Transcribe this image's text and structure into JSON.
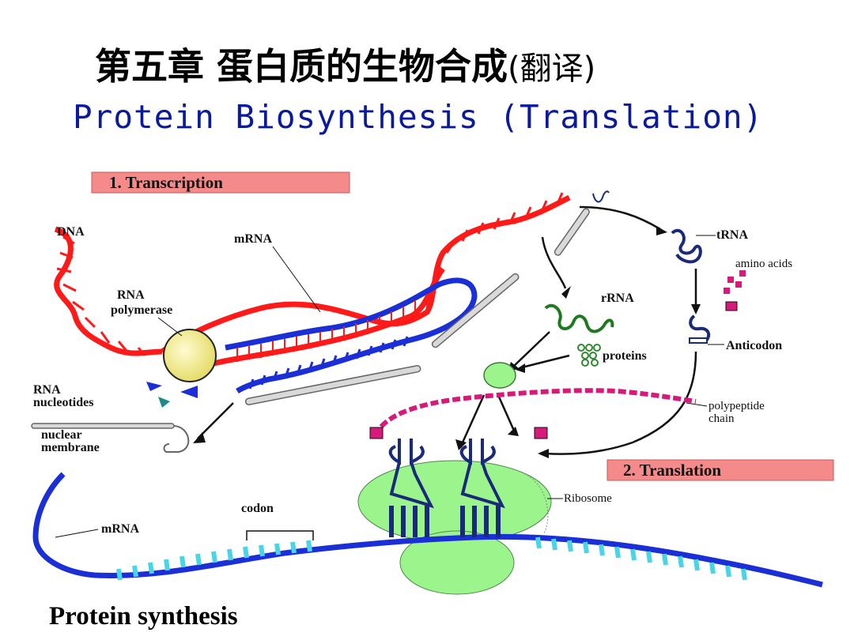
{
  "title": {
    "cn_main": "第五章  蛋白质的生物合成",
    "cn_sub": "(翻译)",
    "en": "Protein Biosynthesis (Translation)"
  },
  "banners": {
    "transcription": "1. Transcription",
    "translation": "2. Translation"
  },
  "labels": {
    "dna": "DNA",
    "mrna_top": "mRNA",
    "rna_polymerase_1": "RNA",
    "rna_polymerase_2": "polymerase",
    "rna_nucleotides_1": "RNA",
    "rna_nucleotides_2": "nucleotides",
    "nuclear_membrane_1": "nuclear",
    "nuclear_membrane_2": "membrane",
    "trna": "tRNA",
    "amino_acids": "amino acids",
    "rrna": "rRNA",
    "proteins": "proteins",
    "anticodon": "Anticodon",
    "polypeptide_1": "polypeptide",
    "polypeptide_2": "chain",
    "ribosome": "Ribosome",
    "codon": "codon",
    "mrna_bottom": "mRNA"
  },
  "caption": "Protein synthesis",
  "colors": {
    "dna_red": "#ff1a1a",
    "mrna_blue": "#1a2fd6",
    "banner_pink": "#f48a8a",
    "ribosome_green": "#9cf58c",
    "polymerase_yellow": "#f6f09a",
    "trna_navy": "#1a2a7a",
    "aa_magenta": "#d6197a",
    "rrna_green": "#1f7a1f",
    "title_blue": "#0a1a9e"
  }
}
